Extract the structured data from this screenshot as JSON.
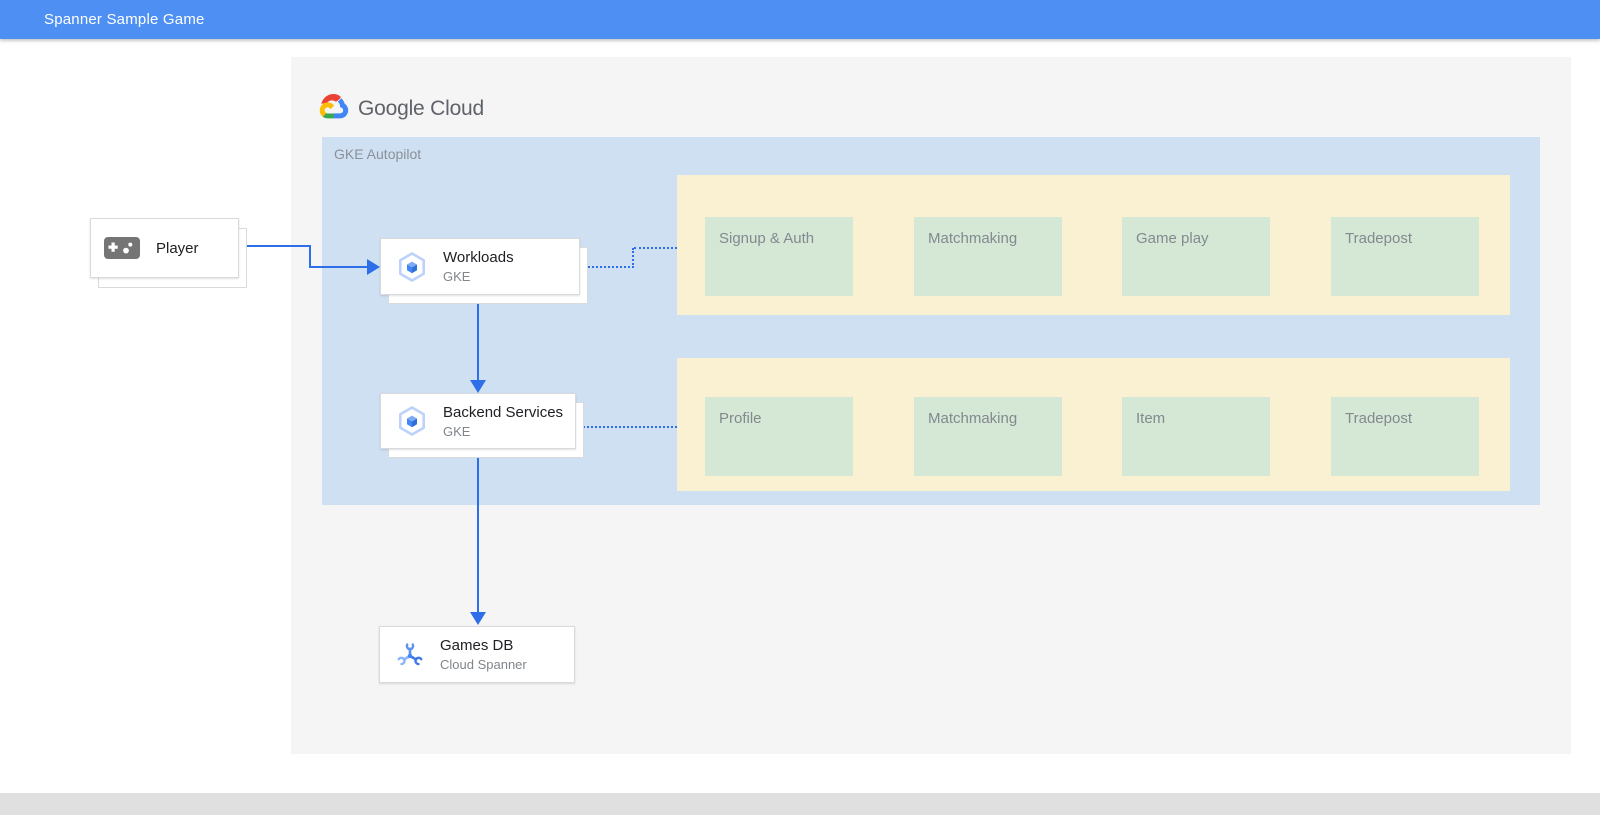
{
  "header": {
    "title": "Spanner Sample Game"
  },
  "logo": {
    "icon": "google-cloud-logo",
    "wordmark": "Google Cloud"
  },
  "diagram": {
    "gke_container_label": "GKE Autopilot",
    "nodes": {
      "player": {
        "label": "Player",
        "icon": "gamepad-icon"
      },
      "workloads": {
        "label": "Workloads",
        "sublabel": "GKE",
        "icon": "gke-hexagon-icon"
      },
      "backend_services": {
        "label": "Backend Services",
        "sublabel": "GKE",
        "icon": "gke-hexagon-icon"
      },
      "games_db": {
        "label": "Games DB",
        "sublabel": "Cloud Spanner",
        "icon": "cloud-spanner-icon"
      }
    },
    "service_rows": [
      {
        "connected_to": "workloads",
        "boxes": [
          "Signup & Auth",
          "Matchmaking",
          "Game play",
          "Tradepost"
        ]
      },
      {
        "connected_to": "backend_services",
        "boxes": [
          "Profile",
          "Matchmaking",
          "Item",
          "Tradepost"
        ]
      }
    ],
    "colors": {
      "header_blue": "#4d8ff2",
      "connector_blue": "#2e6fe9",
      "gke_container_blue": "#cfe0f3",
      "service_panel_yellow": "#faf0d2",
      "service_box_green": "#d5e8d6",
      "diagram_background": "#f5f5f6",
      "bottom_bar_gray": "#e0e0e0"
    }
  }
}
